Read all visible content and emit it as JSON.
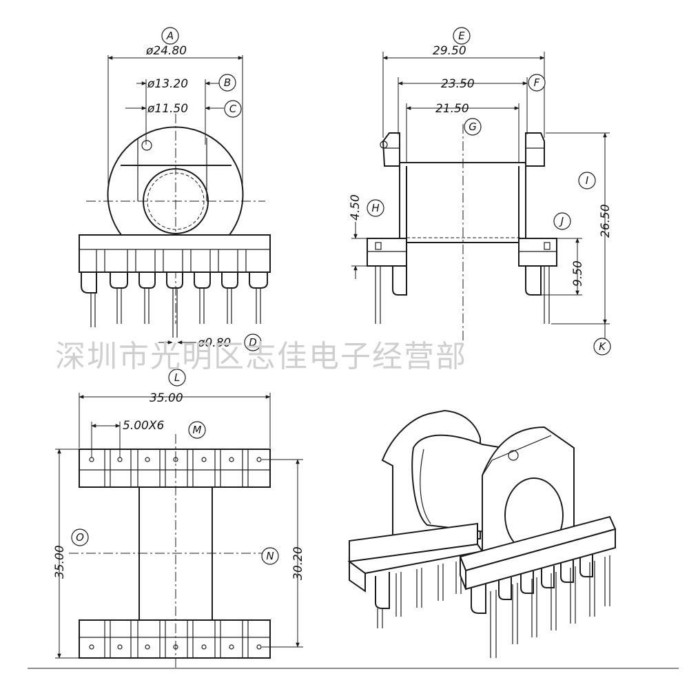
{
  "watermark": "深圳市光明区志佳电子经营部",
  "labels": {
    "a": "A",
    "b": "B",
    "c": "C",
    "d": "D",
    "e": "E",
    "f": "F",
    "g": "G",
    "h": "H",
    "i": "I",
    "j": "J",
    "k": "K",
    "l": "L",
    "m": "M",
    "n": "N",
    "o": "O"
  },
  "dims": {
    "a": "ø24.80",
    "b": "ø13.20",
    "c": "ø11.50",
    "d": "ø0.80",
    "e": "29.50",
    "f": "23.50",
    "g": "21.50",
    "h": "4.50",
    "i": "26.50",
    "j": "9.50",
    "l": "35.00",
    "m": "5.00X6",
    "n": "30.20",
    "o": "35.00"
  },
  "colors": {
    "line": "#1a1a1a",
    "background": "#ffffff",
    "watermark": "#cfcfcf"
  }
}
